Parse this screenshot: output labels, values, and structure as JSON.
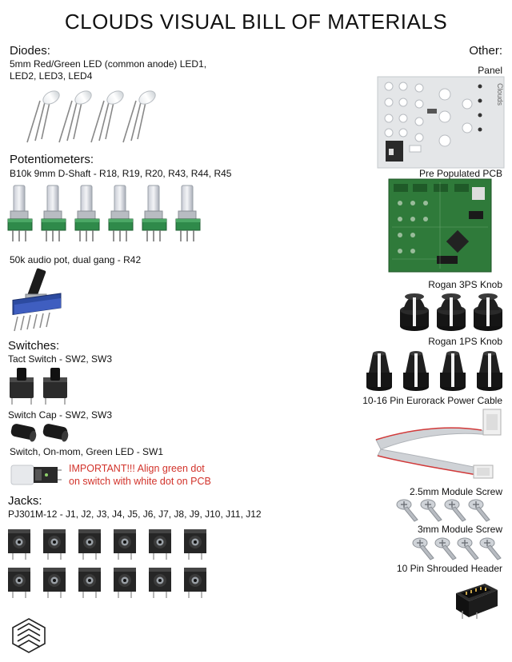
{
  "title": "CLOUDS VISUAL BILL OF MATERIALS",
  "left": {
    "diodes_heading": "Diodes:",
    "diodes_desc_line1": "5mm Red/Green LED (common anode) LED1,",
    "diodes_desc_line2": "LED2, LED3, LED4",
    "pots_heading": "Potentiometers:",
    "pots_desc": "B10k 9mm D-Shaft - R18, R19, R20, R43, R44, R45",
    "pot_dual_desc": "50k audio pot, dual gang - R42",
    "switches_heading": "Switches:",
    "tact_desc": "Tact Switch - SW2, SW3",
    "cap_desc": "Switch Cap - SW2, SW3",
    "led_switch_desc": "Switch, On-mom, Green LED - SW1",
    "important_line1": "IMPORTANT!!! Align green dot",
    "important_line2": "on switch with white dot on PCB",
    "jacks_heading": "Jacks:",
    "jacks_desc": "PJ301M-12 - J1, J2, J3, J4, J5, J6, J7, J8, J9, J10, J11, J12"
  },
  "right": {
    "other_heading": "Other:",
    "panel": "Panel",
    "panel_brand": "Clouds",
    "pcb": "Pre Populated PCB",
    "knob3": "Rogan 3PS Knob",
    "knob1": "Rogan 1PS Knob",
    "cable": "10-16 Pin Eurorack Power Cable",
    "screw25": "2.5mm Module Screw",
    "screw3": "3mm Module Screw",
    "header": "10 Pin Shrouded Header"
  },
  "colors": {
    "pcb_green": "#2f7a3a",
    "warning_red": "#d2332b",
    "panel_grey": "#e4e6e8"
  }
}
